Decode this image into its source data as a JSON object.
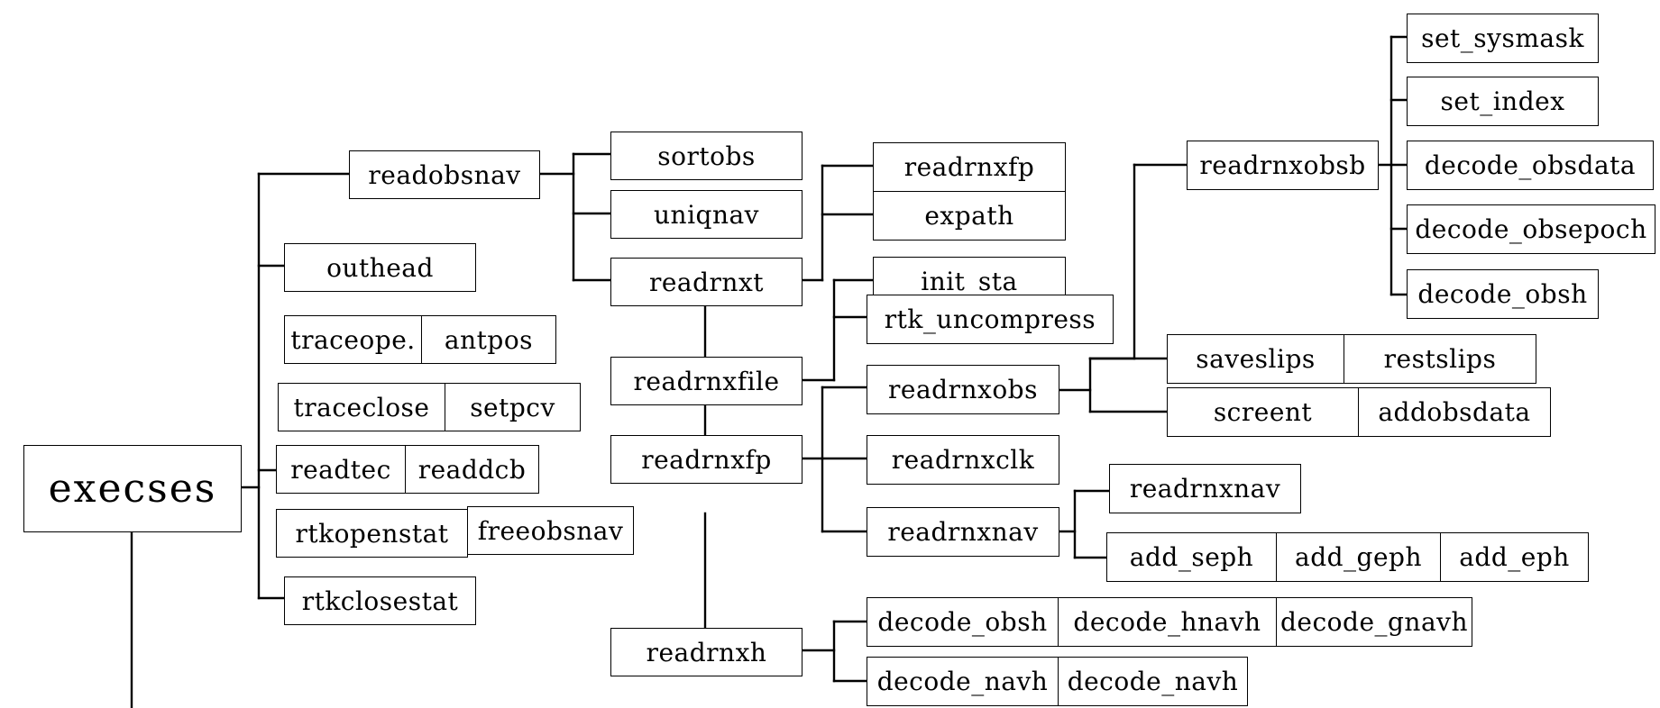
{
  "nodes": {
    "execses": "execses",
    "readobsnav": "readobsnav",
    "outhead": "outhead",
    "traceope": "traceope.",
    "antpos": "antpos",
    "traceclose": "traceclose",
    "setpcv": "setpcv",
    "readtec": "readtec",
    "readdcb": "readdcb",
    "rtkopenstat": "rtkopenstat",
    "freeobsnav": "freeobsnav",
    "rtkclosestat": "rtkclosestat",
    "sortobs": "sortobs",
    "uniqnav": "uniqnav",
    "readrnxt": "readrnxt",
    "readrnxfile": "readrnxfile",
    "readrnxfp_mid": "readrnxfp",
    "readrnxh": "readrnxh",
    "readrnxfp_top": "readrnxfp",
    "expath": "expath",
    "init_sta": "init_sta",
    "rtk_uncompress": "rtk_uncompress",
    "readrnxobs": "readrnxobs",
    "readrnxclk": "readrnxclk",
    "readrnxnav_mid": "readrnxnav",
    "decode_obsh_bottom": "decode_obsh",
    "decode_hnavh": "decode_hnavh",
    "decode_gnavh": "decode_gnavh",
    "decode_navh_1": "decode_navh",
    "decode_navh_2": "decode_navh",
    "readrnxnav_right": "readrnxnav",
    "add_seph": "add_seph",
    "add_geph": "add_geph",
    "add_eph": "add_eph",
    "saveslips": "saveslips",
    "restslips": "restslips",
    "screent": "screent",
    "addobsdata": "addobsdata",
    "readrnxobsb": "readrnxobsb",
    "set_sysmask": "set_sysmask",
    "set_index": "set_index",
    "decode_obsdata": "decode_obsdata",
    "decode_obsepoch": "decode_obsepoch",
    "decode_obsh_right": "decode_obsh"
  },
  "colors": {
    "line": "#000000",
    "box_border": "#000000",
    "background": "#ffffff",
    "text": "#000000"
  }
}
